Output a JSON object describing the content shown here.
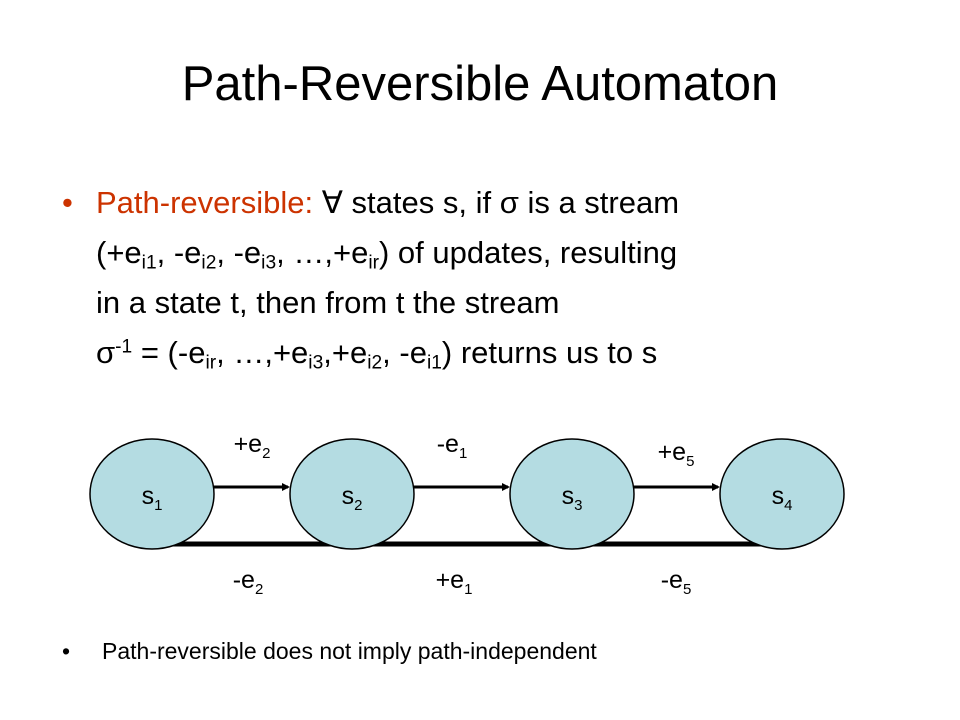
{
  "title": "Path-Reversible Automaton",
  "bullet": {
    "marker": "•",
    "term": "Path-reversible:",
    "forall": "∀",
    "line1_rest": " states s, if σ is a stream",
    "line2": {
      "open": "(+e",
      "s1": "i1",
      "t1": ", -e",
      "s2": "i2",
      "t2": ", -e",
      "s3": "i3",
      "t3": ", …,+e",
      "s4": "ir",
      "t4": ") of updates, resulting"
    },
    "line3": "in a state t, then from t the stream",
    "line4": {
      "sigma": "σ",
      "sup": "-1",
      "t0": " = (-e",
      "s1": "ir",
      "t1": ", …,+e",
      "s2": "i3",
      "t2": ",+e",
      "s3": "i2",
      "t3": ", -e",
      "s4": "i1",
      "t4": ") returns us to s"
    }
  },
  "diagram": {
    "states": [
      {
        "base": "s",
        "sub": "1"
      },
      {
        "base": "s",
        "sub": "2"
      },
      {
        "base": "s",
        "sub": "3"
      },
      {
        "base": "s",
        "sub": "4"
      }
    ],
    "forward_labels": [
      {
        "base": "+e",
        "sub": "2"
      },
      {
        "base": "-e",
        "sub": "1"
      },
      {
        "base": "+e",
        "sub": "5"
      }
    ],
    "backward_labels": [
      {
        "base": "-e",
        "sub": "2"
      },
      {
        "base": "+e",
        "sub": "1"
      },
      {
        "base": "-e",
        "sub": "5"
      }
    ],
    "colors": {
      "state_fill": "#B4DCE2",
      "edge": "#000000"
    }
  },
  "note": {
    "marker": "•",
    "text": "Path-reversible does not imply path-independent"
  },
  "colors": {
    "accent": "#CC3300",
    "text": "#000000"
  }
}
